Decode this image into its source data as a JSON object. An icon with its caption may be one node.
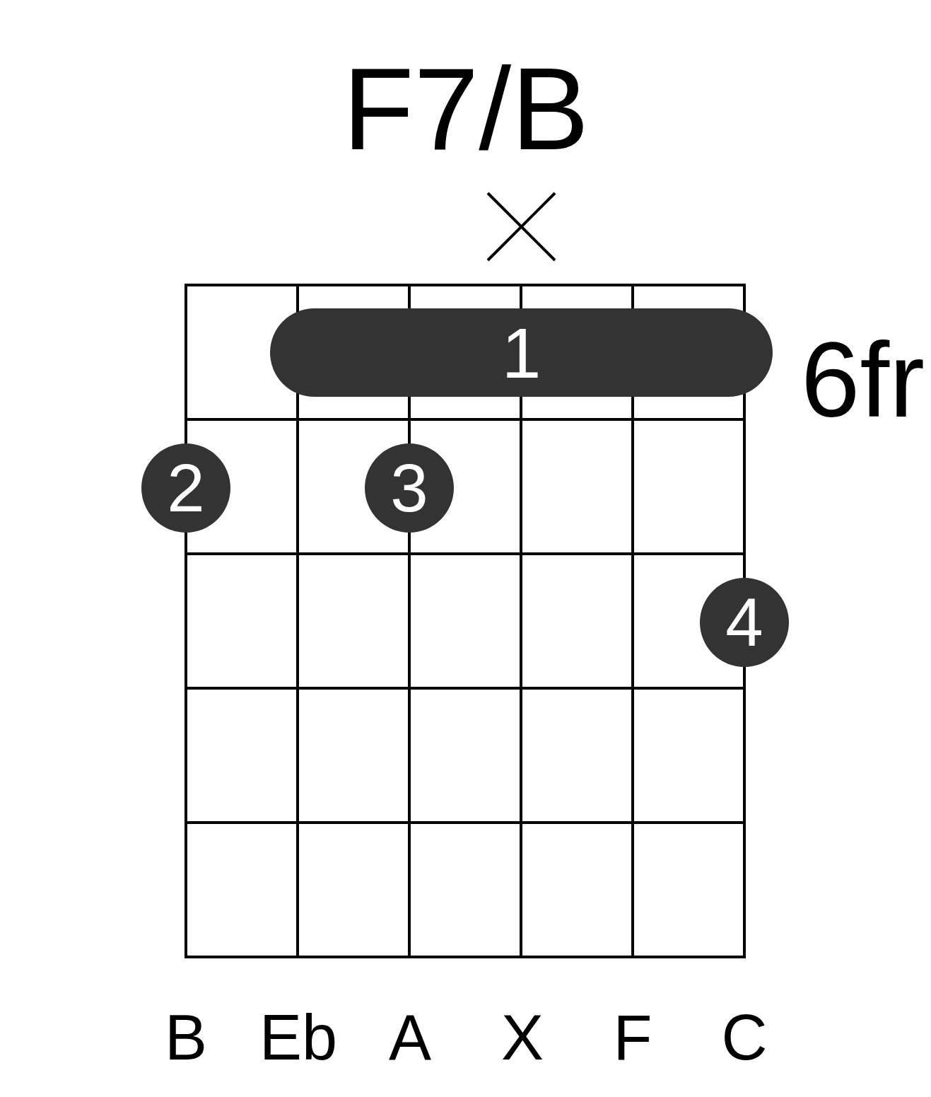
{
  "diagram": {
    "title": "F7/B",
    "nodes": [
      {
        "text": [
          "1"
        ]
      },
      {
        "text": [
          "2"
        ]
      },
      {
        "text": [
          "3"
        ]
      },
      {
        "text": [
          "4"
        ]
      }
    ],
    "labels": [
      "6fr",
      "B",
      "Eb",
      "A",
      "X",
      "F",
      "C"
    ]
  }
}
